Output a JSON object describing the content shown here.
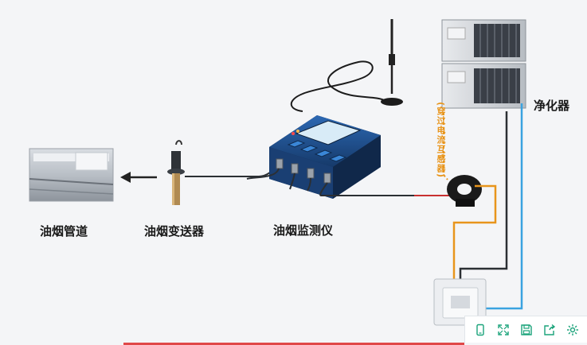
{
  "labels": {
    "duct": "油烟管道",
    "transmitter": "油烟变送器",
    "monitor": "油烟监测仪",
    "purifier": "净化器",
    "ct_note": "(穿过电流互感器)"
  },
  "colors": {
    "orange_wire": "#e8951c",
    "blue_wire": "#3aa3e0",
    "dark_wire": "#2b2f33",
    "red_wire": "#c83030",
    "toolbar_icon": "#1aa37a",
    "monitor_body": "#1f4f8c"
  },
  "toolbar": {
    "icons": [
      "phone-icon",
      "expand-icon",
      "save-icon",
      "share-icon",
      "settings-icon"
    ]
  }
}
